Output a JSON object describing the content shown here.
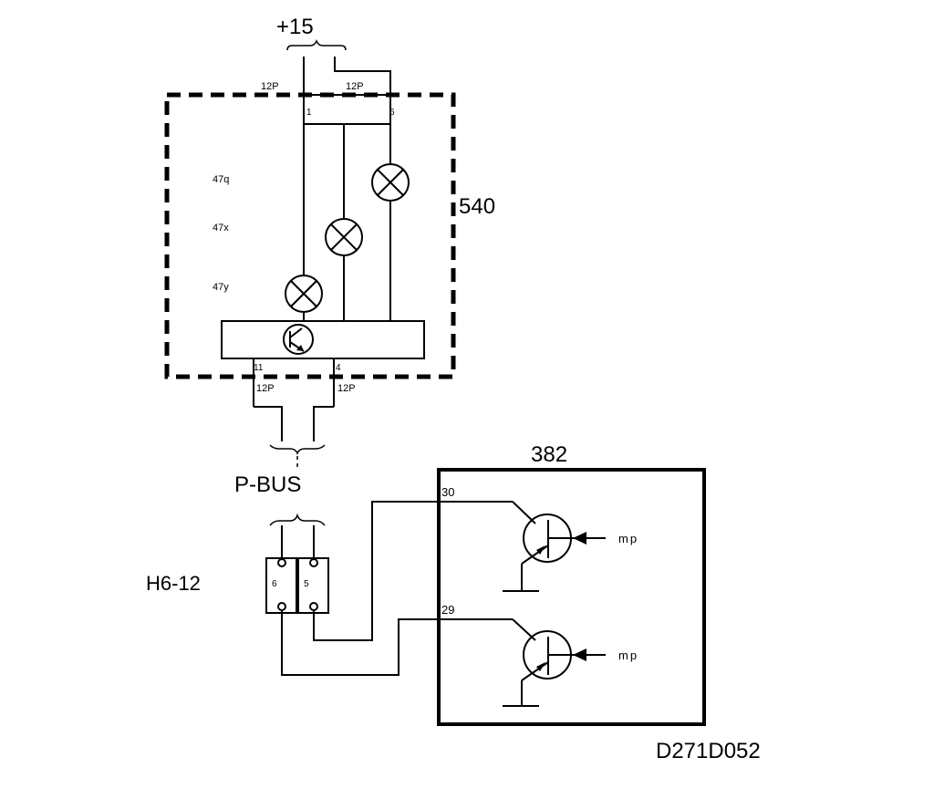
{
  "labels": {
    "supply": "+15",
    "module_540": "540",
    "module_382": "382",
    "bus": "P-BUS",
    "connector": "H6-12",
    "drawing_id": "D271D052"
  },
  "connectors": {
    "top_left": "12P",
    "top_right": "12P",
    "bottom_left": "12P",
    "bottom_right": "12P"
  },
  "pins": {
    "top_left": "1",
    "top_right": "6",
    "bottom_left": "11",
    "bottom_right": "4",
    "conn_left": "6",
    "conn_right": "5",
    "upper_30": "30",
    "lower_29": "29"
  },
  "lamps": {
    "lamp_q": "47q",
    "lamp_x": "47x",
    "lamp_y": "47y"
  },
  "signals": {
    "upper": "mp",
    "lower": "mp"
  }
}
